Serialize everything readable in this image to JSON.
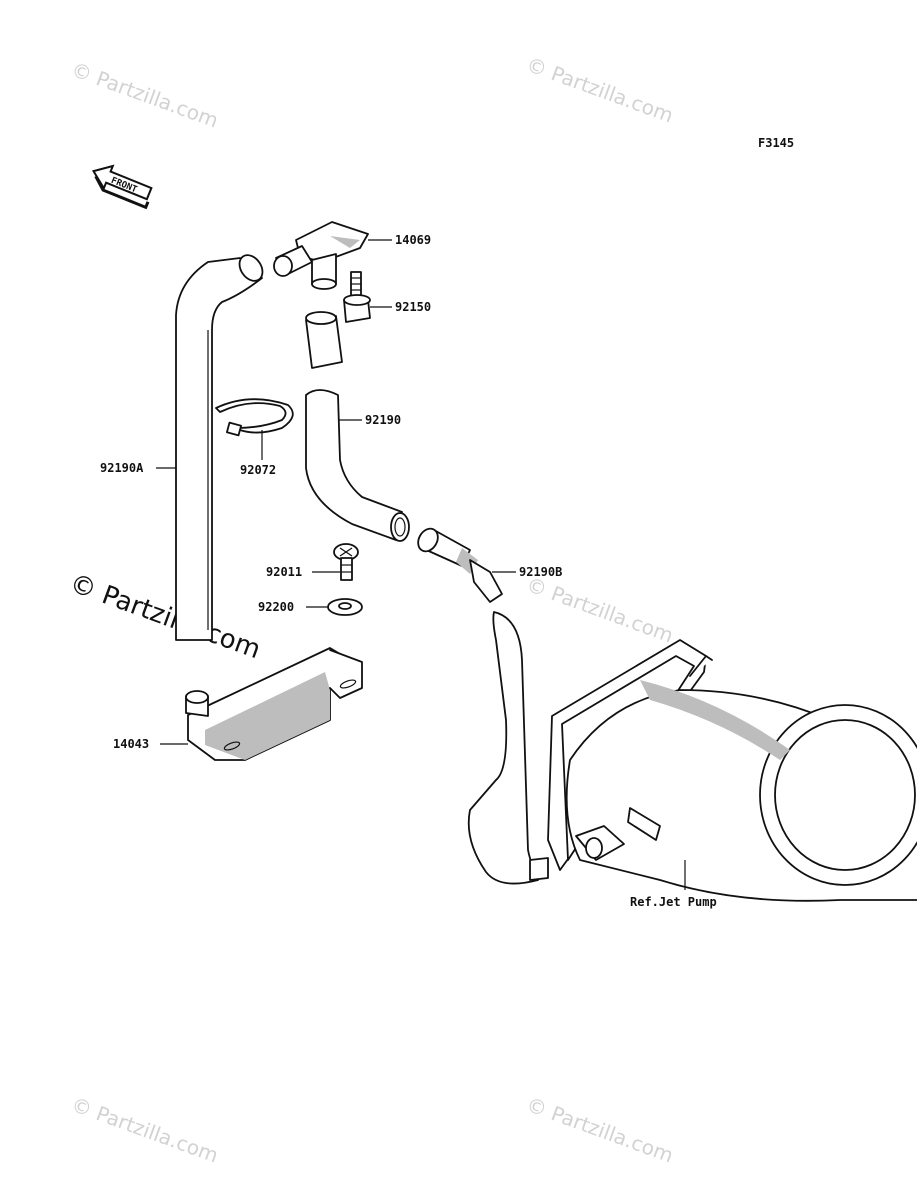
{
  "figure_code": "F3145",
  "front_label": "FRONT",
  "watermarks": {
    "small": "© Partzilla.com",
    "large": "© Partzilla.com"
  },
  "parts": {
    "p14069": "14069",
    "p92150": "92150",
    "p92190": "92190",
    "p92072": "92072",
    "p92190A": "92190A",
    "p92011": "92011",
    "p92190B": "92190B",
    "p92200": "92200",
    "p14043": "14043",
    "ref_jet_pump": "Ref.Jet Pump"
  }
}
